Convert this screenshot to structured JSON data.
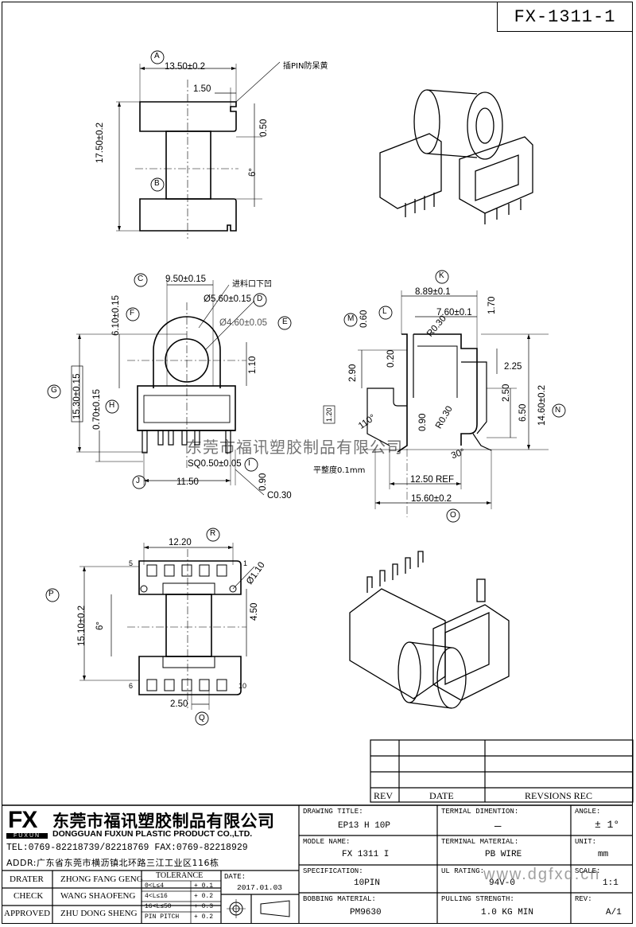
{
  "drawing_number": "FX-1311-1",
  "top_view": {
    "balloon_a": "A",
    "width_dim": "13.50±0.2",
    "flange_dim": "1.50",
    "note": "插PIN防呆黄",
    "height_dim": "17.50±0.2",
    "offset_dim": "0.50",
    "angle_dim": "6°",
    "balloon_b": "B"
  },
  "front_view": {
    "balloon_c": "C",
    "dim_c": "9.50±0.15",
    "note_feed": "进料口下凹",
    "balloon_d": "D",
    "dim_d": "Ø5.60±0.15",
    "balloon_e": "E",
    "dim_e": "Ø4.60±0.05",
    "balloon_f": "F",
    "dim_f": "6.10±0.15",
    "dim_110": "1.10",
    "balloon_g": "G",
    "dim_g": "15.30±0.15",
    "balloon_h": "H",
    "dim_h": "0.70±0.15",
    "dim_sq": "SQ0.50±0.05",
    "balloon_i": "I",
    "balloon_j": "J",
    "dim_j": "11.50",
    "dim_090": "0.90",
    "dim_c030": "C0.30"
  },
  "side_view": {
    "balloon_k": "K",
    "dim_k": "8.89±0.1",
    "balloon_l": "L",
    "dim_l": "7.60±0.1",
    "balloon_m": "M",
    "dim_m": "0.60",
    "dim_170": "1.70",
    "dim_r030a": "R0.30",
    "dim_290": "2.90",
    "dim_020": "0.20",
    "dim_225": "2.25",
    "dim_250": "2.50",
    "dim_120": "1.20",
    "dim_110deg": "110°",
    "dim_090": "0.90",
    "dim_r030b": "R0.30",
    "dim_650": "6.50",
    "balloon_n": "N",
    "dim_n": "14.60±0.2",
    "dim_30deg": "30°",
    "note_flat": "平整度0.1mm",
    "dim_1250": "12.50 REF",
    "balloon_o": "O",
    "dim_o": "15.60±0.2"
  },
  "bottom_view": {
    "balloon_r": "R",
    "dim_r": "12.20",
    "pin5": "5",
    "pin1": "1",
    "pin6": "6",
    "pin10": "10",
    "dim_hole": "Ø1.10",
    "balloon_p": "P",
    "dim_p": "15.10±0.2",
    "angle": "6°",
    "dim_450": "4.50",
    "dim_250": "2.50",
    "balloon_q": "Q"
  },
  "watermark_text": "东莞市福讯塑胶制品有限公司",
  "watermark_url": "www.dgfxd.cn",
  "revision_table": {
    "headers": [
      "REV",
      "DATE",
      "REVSIONS REC"
    ]
  },
  "company": {
    "logo": "FX",
    "logo_sub": "FUXUN",
    "name_cn": "东莞市福讯塑胶制品有限公司",
    "name_en": "DONGGUAN FUXUN PLASTIC PRODUCT CO.,LTD.",
    "tel": "TEL:0769-82218739/82218769 FAX:0769-82218929",
    "addr": "ADDR:广东省东莞市横沥镇北环路三江工业区116栋"
  },
  "signoff": [
    {
      "role": "DRATER",
      "name": "ZHONG FANG GENG"
    },
    {
      "role": "CHECK",
      "name": "WANG SHAOFENG"
    },
    {
      "role": "APPROVED",
      "name": "ZHU DONG SHENG"
    }
  ],
  "tolerance": {
    "header": "TOLERANCE",
    "rows": [
      {
        "range": "0<L≤4",
        "tol": "+ 0.1"
      },
      {
        "range": "4<L≤16",
        "tol": "+ 0.2"
      },
      {
        "range": "16<L≤50",
        "tol": "+ 0.3"
      },
      {
        "range": "PIN PITCH",
        "tol": "+ 0.2"
      }
    ]
  },
  "date": {
    "label": "DATE:",
    "value": "2017.01.03"
  },
  "fields": {
    "drawing_title_label": "DRAWING TITLE:",
    "drawing_title": "EP13 H 10P",
    "terminal_dim_label": "TERMIAL DIMENTION:",
    "terminal_dim": "—",
    "angle_label": "ANGLE:",
    "angle": "± 1°",
    "model_label": "MODLE NAME:",
    "model": "FX 1311 I",
    "terminal_mat_label": "TERMINAL MATERIAL:",
    "terminal_mat": "PB WIRE",
    "unit_label": "UNIT:",
    "unit": "mm",
    "spec_label": "SPECIFICATION:",
    "spec": "10PIN",
    "ul_label": "UL RATING:",
    "ul": "94V-0",
    "scale_label": "SCALE:",
    "scale": "1:1",
    "bobbin_mat_label": "BOBBING MATERIAL:",
    "bobbin_mat": "PM9630",
    "pull_label": "PULLING STRENGTH:",
    "pull": "1.0 KG MIN",
    "rev_label": "REV:",
    "rev": "A/1"
  }
}
